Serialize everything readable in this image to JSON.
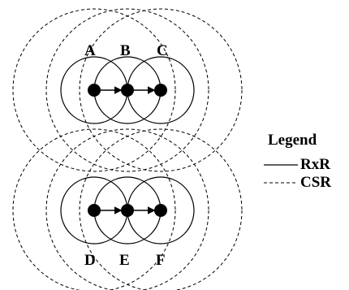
{
  "nodes": {
    "a": "A",
    "b": "B",
    "c": "C",
    "d": "D",
    "e": "E",
    "f": "F"
  },
  "legend": {
    "title": "Legend",
    "solid_label": "RxR",
    "dashed_label": "CSR"
  }
}
